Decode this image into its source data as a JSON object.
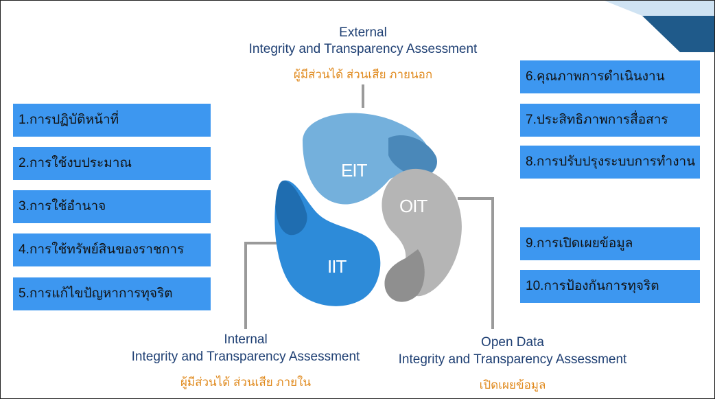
{
  "external": {
    "line1": "External",
    "line2": "Integrity and Transparency Assessment",
    "sub": "ผู้มีส่วนได้ ส่วนเสีย ภายนอก"
  },
  "internal": {
    "line1": "Internal",
    "line2": "Integrity and Transparency Assessment",
    "sub": "ผู้มีส่วนได้ ส่วนเสีย ภายใน"
  },
  "open": {
    "line1": "Open Data",
    "line2": "Integrity and Transparency Assessment",
    "sub": "เปิดเผยข้อมูล"
  },
  "petals": {
    "eit": "EIT",
    "iit": "IIT",
    "oit": "OIT"
  },
  "left_items": [
    "1.การปฏิบัติหน้าที่",
    "2.การใช้งบประมาณ",
    "3.การใช้อำนาจ",
    "4.การใช้ทรัพย์สินของราชการ",
    "5.การแก้ไขปัญหาการทุจริต"
  ],
  "right_items": [
    "6.คุณภาพการดำเนินงาน",
    "7.ประสิทธิภาพการสื่อสาร",
    "8.การปรับปรุงระบบการทำงาน",
    "9.การเปิดเผยข้อมูล",
    "10.การป้องกันการทุจริต"
  ],
  "colors": {
    "box_blue": "#3d97f0",
    "eit_petal": "#74b0dc",
    "iit_petal": "#2d8bd9",
    "oit_petal": "#b5b5b5",
    "accent_orange": "#e08a1e",
    "label_navy": "#1e3f73",
    "corner_dark": "#1f5a8a",
    "corner_light": "#cfe3f3"
  }
}
